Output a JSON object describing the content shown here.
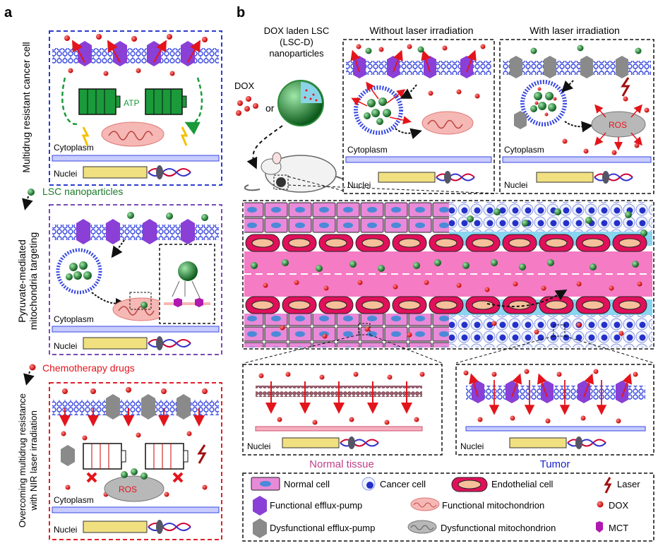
{
  "panel_a": {
    "letter": "a",
    "box1_side": "Multidrug resistant cancer cell",
    "atp": "ATP",
    "cytoplasm": "Cytoplasm",
    "nuclei": "Nuclei",
    "step1": "LSC nanoparticles",
    "box2_side_1": "Pyruvate-mediated",
    "box2_side_2": "mitochondria targeting",
    "step2": "Chemotherapy drugs",
    "box3_side_1": "Overcoming multidrug resistance",
    "box3_side_2": "with NIR laser irradiation",
    "ros": "ROS"
  },
  "panel_b": {
    "letter": "b",
    "lsc_1": "DOX laden LSC",
    "lsc_2": "(LSC-D)",
    "lsc_3": "nanoparticles",
    "dox": "DOX",
    "or": "or",
    "without": "Without laser irradiation",
    "with": "With laser irradiation",
    "cytoplasm": "Cytoplasm",
    "nuclei": "Nuclei",
    "ros": "ROS",
    "normal_tissue": "Normal tissue",
    "tumor": "Tumor"
  },
  "legend": {
    "normal_cell": "Normal cell",
    "cancer_cell": "Cancer cell",
    "endothelial_cell": "Endothelial cell",
    "laser": "Laser",
    "functional_pump": "Functional efflux-pump",
    "functional_mito": "Functional mitochondrion",
    "dox": "DOX",
    "dysfunctional_pump": "Dysfunctional efflux-pump",
    "dysfunctional_mito": "Dysfunctional mitochondrion",
    "mct": "MCT"
  },
  "colors": {
    "blue_frame": "#2b3ccf",
    "purple_frame": "#7a4bb5",
    "red_frame": "#e0202a",
    "membrane": "#3848e0",
    "nanoparticle": "#1f7a2e",
    "dox": "#e3141b",
    "pump": "#8a3fd6",
    "dys_pump": "#8a8a8a",
    "mito": "#f6b8b4",
    "atp_green": "#1a9a3a",
    "vessel_pink": "#f57bc4",
    "endothelial": "#e0105a",
    "normal_cell_fill": "#e88ad8",
    "tumor_cell": "#2430c8",
    "normal_text": "#c0408a",
    "tumor_text": "#1a22d0"
  }
}
